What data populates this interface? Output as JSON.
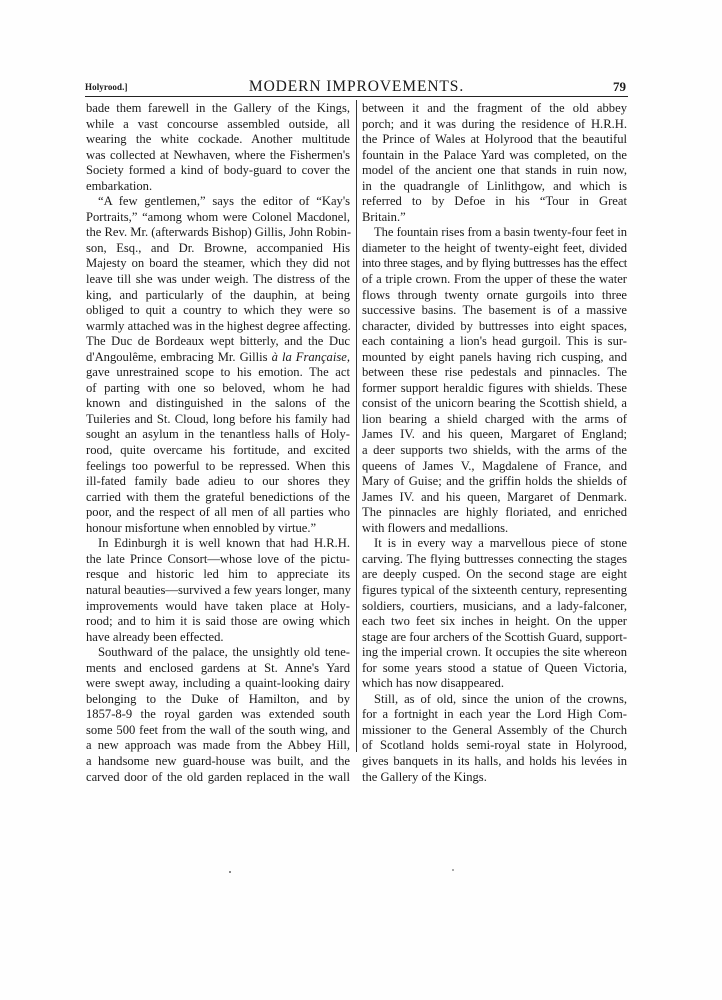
{
  "running_head": {
    "left": "Holyrood.]",
    "center": "MODERN IMPROVEMENTS.",
    "page_number": "79"
  },
  "left_column": {
    "lines": [
      {
        "text": "bade them farewell in the Gallery of the Kings,",
        "indent": false,
        "last": false
      },
      {
        "text": "while a vast concourse assembled outside, all",
        "indent": false,
        "last": false
      },
      {
        "text": "wearing the white cockade.  Another multitude",
        "indent": false,
        "last": false
      },
      {
        "text": "was collected at Newhaven, where the Fishermen's",
        "indent": false,
        "last": false
      },
      {
        "text": "Society formed a kind of body-guard to cover the",
        "indent": false,
        "last": false
      },
      {
        "text": "embarkation.",
        "indent": false,
        "last": true
      },
      {
        "text": "“A few gentlemen,” says the editor of “Kay's",
        "indent": true,
        "last": false
      },
      {
        "text": "Portraits,” “among whom were Colonel Macdonel,",
        "indent": false,
        "last": false
      },
      {
        "text": "the Rev. Mr. (afterwards Bishop) Gillis, John Robin-",
        "indent": false,
        "last": false
      },
      {
        "text": "son, Esq., and Dr. Browne, accompanied His",
        "indent": false,
        "last": false
      },
      {
        "text": "Majesty on board the steamer, which they did not",
        "indent": false,
        "last": false
      },
      {
        "text": "leave till she was under weigh.  The distress of the",
        "indent": false,
        "last": false
      },
      {
        "text": "king, and particularly of the dauphin, at being",
        "indent": false,
        "last": false
      },
      {
        "text": "obliged to quit a country to which they were so",
        "indent": false,
        "last": false
      },
      {
        "text": "warmly attached was in the highest degree affecting.",
        "indent": false,
        "last": false
      },
      {
        "text": "The Duc de Bordeaux wept bitterly, and the Duc",
        "indent": false,
        "last": false
      },
      {
        "text": "d'Angoulême, embracing Mr. Gillis à la Française,",
        "indent": false,
        "last": false,
        "italic_tail": "à la Française,"
      },
      {
        "text": "gave unrestrained scope to his emotion.  The act",
        "indent": false,
        "last": false
      },
      {
        "text": "of parting with one so beloved, whom he had",
        "indent": false,
        "last": false
      },
      {
        "text": "known and distinguished in the salons of the",
        "indent": false,
        "last": false
      },
      {
        "text": "Tuileries and St. Cloud, long before his family had",
        "indent": false,
        "last": false
      },
      {
        "text": "sought an asylum in the tenantless halls of Holy-",
        "indent": false,
        "last": false
      },
      {
        "text": "rood, quite overcame his fortitude, and excited",
        "indent": false,
        "last": false
      },
      {
        "text": "feelings too powerful to be repressed.  When this",
        "indent": false,
        "last": false
      },
      {
        "text": "ill-fated family bade adieu to our shores they",
        "indent": false,
        "last": false
      },
      {
        "text": "carried with them the grateful benedictions of the",
        "indent": false,
        "last": false
      },
      {
        "text": "poor, and the respect of all men of all parties who",
        "indent": false,
        "last": false
      },
      {
        "text": "honour misfortune when ennobled by virtue.”",
        "indent": false,
        "last": true
      },
      {
        "text": "In Edinburgh it is well known that had H.R.H.",
        "indent": true,
        "last": false
      },
      {
        "text": "the late Prince Consort—whose love of the pictu-",
        "indent": false,
        "last": false
      },
      {
        "text": "resque and historic led him to appreciate its",
        "indent": false,
        "last": false
      },
      {
        "text": "natural beauties—survived a few years longer, many",
        "indent": false,
        "last": false
      },
      {
        "text": "improvements would have taken place at Holy-",
        "indent": false,
        "last": false
      },
      {
        "text": "rood; and to him it is said those are owing which",
        "indent": false,
        "last": false
      },
      {
        "text": "have already been effected.",
        "indent": false,
        "last": true
      },
      {
        "text": "Southward of the palace, the unsightly old tene-",
        "indent": true,
        "last": false
      },
      {
        "text": "ments and enclosed gardens at St. Anne's Yard",
        "indent": false,
        "last": false
      },
      {
        "text": "were swept away, including a quaint-looking dairy",
        "indent": false,
        "last": false
      },
      {
        "text": "belonging to the Duke of Hamilton, and by",
        "indent": false,
        "last": false
      },
      {
        "text": "1857-8-9 the royal garden was extended south",
        "indent": false,
        "last": false
      },
      {
        "text": "some 500 feet from the wall of the south wing, and",
        "indent": false,
        "last": false
      },
      {
        "text": "a new approach was made from the Abbey Hill,",
        "indent": false,
        "last": false
      },
      {
        "text": "a handsome new guard-house was built, and the",
        "indent": false,
        "last": false
      },
      {
        "text": "carved door of the old garden replaced in the wall",
        "indent": false,
        "last": false
      }
    ]
  },
  "right_column": {
    "lines": [
      {
        "text": "between it and the fragment of the old abbey",
        "indent": false,
        "last": false
      },
      {
        "text": "porch; and it was during the residence of H.R.H.",
        "indent": false,
        "last": false
      },
      {
        "text": "the Prince of Wales at Holyrood that the beautiful",
        "indent": false,
        "last": false
      },
      {
        "text": "fountain in the Palace Yard was completed, on the",
        "indent": false,
        "last": false
      },
      {
        "text": "model of the ancient one that stands in ruin now,",
        "indent": false,
        "last": false
      },
      {
        "text": "in the quadrangle of Linlithgow, and which is",
        "indent": false,
        "last": false
      },
      {
        "text": "referred to by Defoe in his “Tour in Great",
        "indent": false,
        "last": false
      },
      {
        "text": "Britain.”",
        "indent": false,
        "last": true
      },
      {
        "text": "The fountain rises from a basin twenty-four feet in",
        "indent": true,
        "last": false
      },
      {
        "text": "diameter to the height of twenty-eight feet, divided",
        "indent": false,
        "last": false
      },
      {
        "text": "into three stages, and by flying buttresses has the effect",
        "indent": false,
        "last": false
      },
      {
        "text": "of a triple crown.  From the upper of these the water",
        "indent": false,
        "last": false
      },
      {
        "text": "flows through twenty ornate gurgoils into three",
        "indent": false,
        "last": false
      },
      {
        "text": "successive basins.  The basement is of a massive",
        "indent": false,
        "last": false
      },
      {
        "text": "character, divided by buttresses into eight spaces,",
        "indent": false,
        "last": false
      },
      {
        "text": "each containing a lion's head gurgoil.  This is sur-",
        "indent": false,
        "last": false
      },
      {
        "text": "mounted by eight panels having rich cusping, and",
        "indent": false,
        "last": false
      },
      {
        "text": "between these rise pedestals and pinnacles.  The",
        "indent": false,
        "last": false
      },
      {
        "text": "former support heraldic figures with shields.  These",
        "indent": false,
        "last": false
      },
      {
        "text": "consist of the unicorn bearing the Scottish shield, a",
        "indent": false,
        "last": false
      },
      {
        "text": "lion bearing a shield charged with the arms of",
        "indent": false,
        "last": false
      },
      {
        "text": "James IV. and his queen, Margaret of England;",
        "indent": false,
        "last": false
      },
      {
        "text": "a deer supports two shields, with the arms of the",
        "indent": false,
        "last": false
      },
      {
        "text": "queens of James V., Magdalene of France, and",
        "indent": false,
        "last": false
      },
      {
        "text": "Mary of Guise; and the griffin holds the shields of",
        "indent": false,
        "last": false
      },
      {
        "text": "James IV. and his queen, Margaret of Denmark.",
        "indent": false,
        "last": false
      },
      {
        "text": "The pinnacles are highly floriated, and enriched",
        "indent": false,
        "last": false
      },
      {
        "text": "with flowers and medallions.",
        "indent": false,
        "last": true
      },
      {
        "text": "It is in every way a marvellous piece of stone",
        "indent": true,
        "last": false
      },
      {
        "text": "carving.  The flying buttresses connecting the stages",
        "indent": false,
        "last": false
      },
      {
        "text": "are deeply cusped.  On the second stage are eight",
        "indent": false,
        "last": false
      },
      {
        "text": "figures typical of the sixteenth century, representing",
        "indent": false,
        "last": false
      },
      {
        "text": "soldiers, courtiers, musicians, and a lady-falconer,",
        "indent": false,
        "last": false
      },
      {
        "text": "each two feet six inches in height.  On the upper",
        "indent": false,
        "last": false
      },
      {
        "text": "stage are four archers of the Scottish Guard, support-",
        "indent": false,
        "last": false
      },
      {
        "text": "ing the imperial crown.  It occupies the site whereon",
        "indent": false,
        "last": false
      },
      {
        "text": "for some years stood a statue of Queen Victoria,",
        "indent": false,
        "last": false
      },
      {
        "text": "which has now disappeared.",
        "indent": false,
        "last": true
      },
      {
        "text": "Still, as of old, since the union of the crowns,",
        "indent": true,
        "last": false
      },
      {
        "text": "for a fortnight in each year the Lord High Com-",
        "indent": false,
        "last": false
      },
      {
        "text": "missioner to the General Assembly of the Church",
        "indent": false,
        "last": false
      },
      {
        "text": "of Scotland holds semi-royal state in Holyrood,",
        "indent": false,
        "last": false
      },
      {
        "text": "gives banquets in its halls, and holds his levées in",
        "indent": false,
        "last": false
      },
      {
        "text": "the Gallery of the Kings.",
        "indent": false,
        "last": true
      }
    ]
  }
}
